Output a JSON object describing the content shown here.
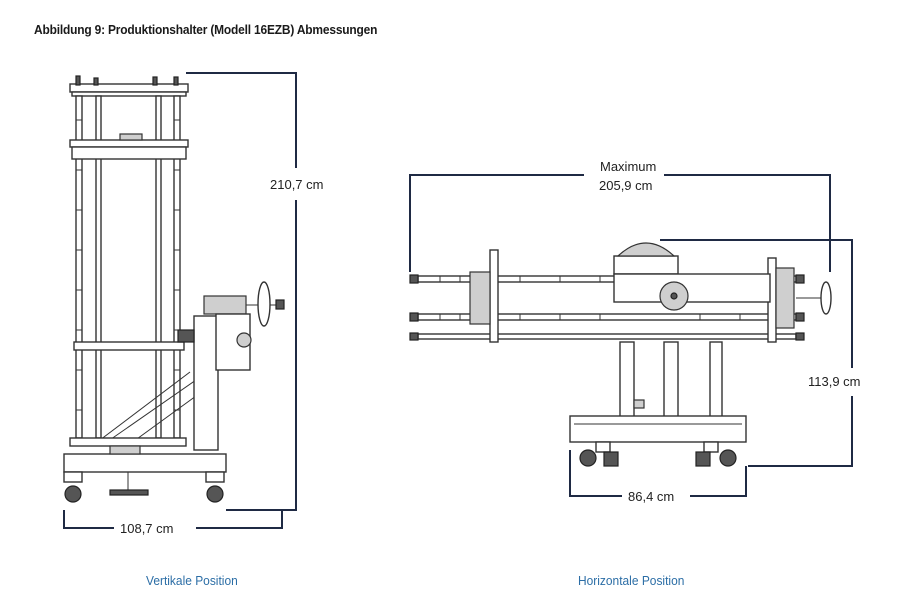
{
  "title": "Abbildung 9: Produktionshalter (Modell 16EZB) Abmessungen",
  "vertical": {
    "caption": "Vertikale Position",
    "height_label": "210,7 cm",
    "width_label": "108,7 cm"
  },
  "horizontal": {
    "caption": "Horizontale Position",
    "max_label": "Maximum",
    "length_label": "205,9 cm",
    "height_label": "113,9 cm",
    "width_label": "86,4 cm"
  },
  "colors": {
    "caption": "#2c6ea6",
    "dimension_line": "#1f2a44"
  }
}
